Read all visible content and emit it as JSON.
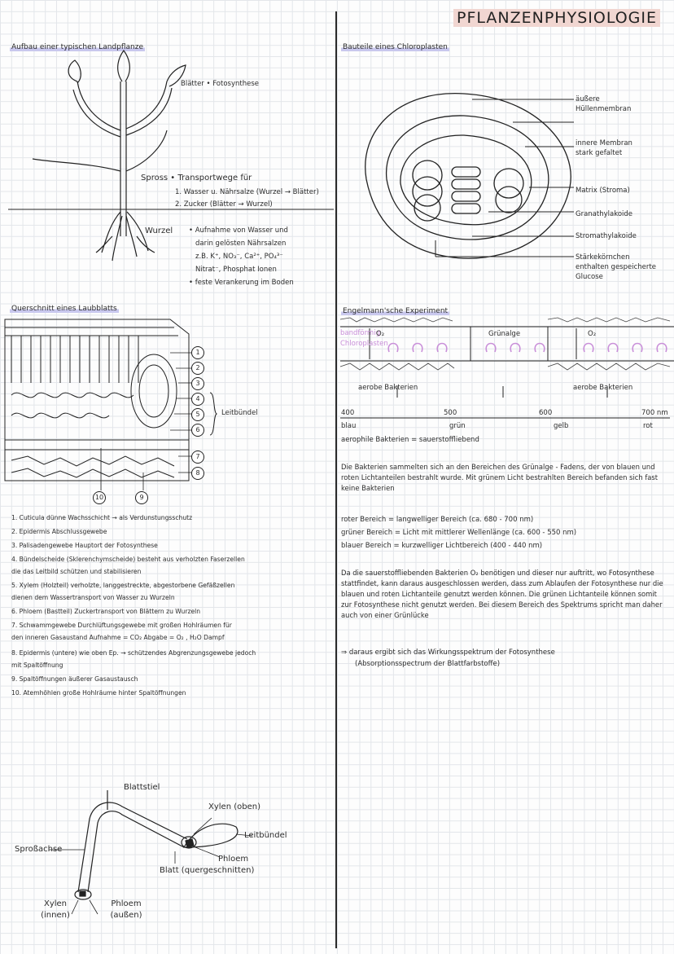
{
  "title": "PFLANZENPHYSIOLOGIE",
  "plant": {
    "heading": "Aufbau einer typischen Landpflanze",
    "blaetter": "Blätter • Fotosynthese",
    "spross_title": "Spross • Transportwege für",
    "spross_1": "1. Wasser u. Nährsalze (Wurzel → Blätter)",
    "spross_2": "2. Zucker    (Blätter → Wurzel)",
    "wurzel_title": "Wurzel",
    "wurzel_1": "• Aufnahme von Wasser und",
    "wurzel_2": "darin gelösten Nährsalzen",
    "wurzel_3": "z.B. K⁺, NO₃⁻, Ca²⁺, PO₄³⁻",
    "wurzel_4": "Nitrat⁻, Phosphat Ionen",
    "wurzel_5": "• feste Verankerung im Boden"
  },
  "chloroplast": {
    "heading": "Bauteile eines Chloroplasten",
    "labels": [
      "äußere Hüllenmembran",
      "innere Membran stark gefaltet",
      "Matrix (Stroma)",
      "Granathylakoide",
      "Stromathylakoide",
      "Stärkekörnchen enthalten gespeicherte Glucose"
    ]
  },
  "leaf": {
    "heading": "Querschnitt eines Laubblatts",
    "bracket_label": "Leitbündel",
    "numbers": [
      "1",
      "2",
      "3",
      "4",
      "5",
      "6",
      "7",
      "8",
      "9",
      "10"
    ],
    "list": [
      "1. Cuticula    dünne Wachsschicht → als Verdunstungsschutz",
      "2. Epidermis   Abschlussgewebe",
      "3. Palisadengewebe  Hauptort der Fotosynthese",
      "4. Bündelscheide (Sklerenchymscheide) besteht aus verholzten Faserzellen",
      "      die das Leitbild schützen und stabilisieren",
      "5. Xylem (Holzteil)  verholzte, langgestreckte, abgestorbene Gefäßzellen",
      "      dienen dem Wassertransport von Wasser zu Wurzeln",
      "6. Phloem (Bastteil)   Zuckertransport von Blättern zu Wurzeln",
      "7. Schwammgewebe   Durchlüftungsgewebe mit großen Hohlräumen für",
      "      den inneren Gasaustand  Aufnahme = CO₂  Abgabe = O₂ , H₂O Dampf",
      "8. Epidermis (untere)  wie oben Ep. → schützendes Abgrenzungsgewebe jedoch",
      "      mit Spaltöffnung",
      "9. Spaltöffnungen   äußerer Gasaustausch",
      "10. Atemhöhlen   große Hohlräume hinter Spaltöffnungen"
    ]
  },
  "stem": {
    "labels": [
      "Blattstiel",
      "Xylen (oben)",
      "Leitbündel",
      "Sproßachse",
      "Phloem",
      "Blatt (quergeschnitten)",
      "Xylen (innen)",
      "Phloem (außen)"
    ]
  },
  "engelmann": {
    "heading": "Engelmann'sche Experiment",
    "band_label": "bandförmig Chloroplasten",
    "o2_left": "O₂",
    "o2_right": "O₂",
    "gruenalge": "Grünalge",
    "aerob_left": "aerobe Bakterien",
    "aerob_right": "aerobe Bakterien",
    "scale_nums": [
      "400",
      "500",
      "600",
      "700 nm"
    ],
    "scale_colors": [
      "blau",
      "grün",
      "gelb",
      "rot"
    ],
    "aerophil": "aerophile Bakterien = sauerstoffliebend",
    "p1": "Die Bakterien sammelten sich an den Bereichen des Grünalge - Fadens, der von blauen und roten Lichtanteilen bestrahlt wurde. Mit grünem Licht bestrahlten Bereich befanden sich fast keine Bakterien",
    "ranges": [
      "roter Bereich = langwelliger Bereich (ca. 680 - 700 nm)",
      "grüner Bereich = Licht mit mittlerer Wellenlänge (ca. 600 - 550 nm)",
      "blauer Bereich = kurzwelliger Lichtbereich (400 - 440 nm)"
    ],
    "p2": "Da die sauerstoffliebenden Bakterien O₂ benötigen und dieser nur auftritt, wo Fotosynthese stattfindet, kann daraus ausgeschlossen werden, dass zum Ablaufen der Fotosynthese nur die blauen und roten Lichtanteile genutzt werden können. Die grünen Lichtanteile können somit zur Fotosynthese nicht genutzt werden. Bei diesem Bereich des Spektrums spricht man daher auch von einer Grünlücke",
    "conclusion_1": "⇒ daraus ergibt sich das Wirkungsspektrum der Fotosynthese",
    "conclusion_2": "(Absorptionsspectrum der Blattfarbstoffe)"
  }
}
